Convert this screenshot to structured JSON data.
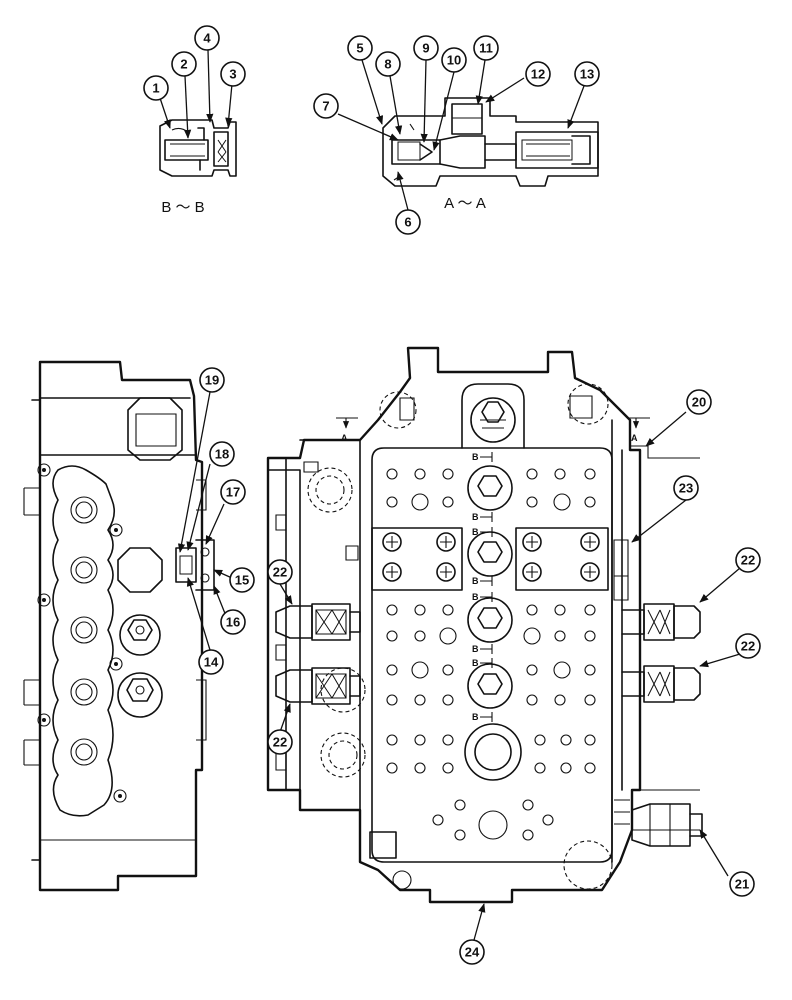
{
  "section_labels": {
    "b_b": "B ～ B",
    "a_a": "A ～ A"
  },
  "section_marks": {
    "a": "A",
    "b": "B"
  },
  "callouts": [
    "1",
    "2",
    "3",
    "4",
    "5",
    "6",
    "7",
    "8",
    "9",
    "10",
    "11",
    "12",
    "13",
    "14",
    "15",
    "16",
    "17",
    "18",
    "19",
    "20",
    "21",
    "22",
    "23",
    "24"
  ]
}
